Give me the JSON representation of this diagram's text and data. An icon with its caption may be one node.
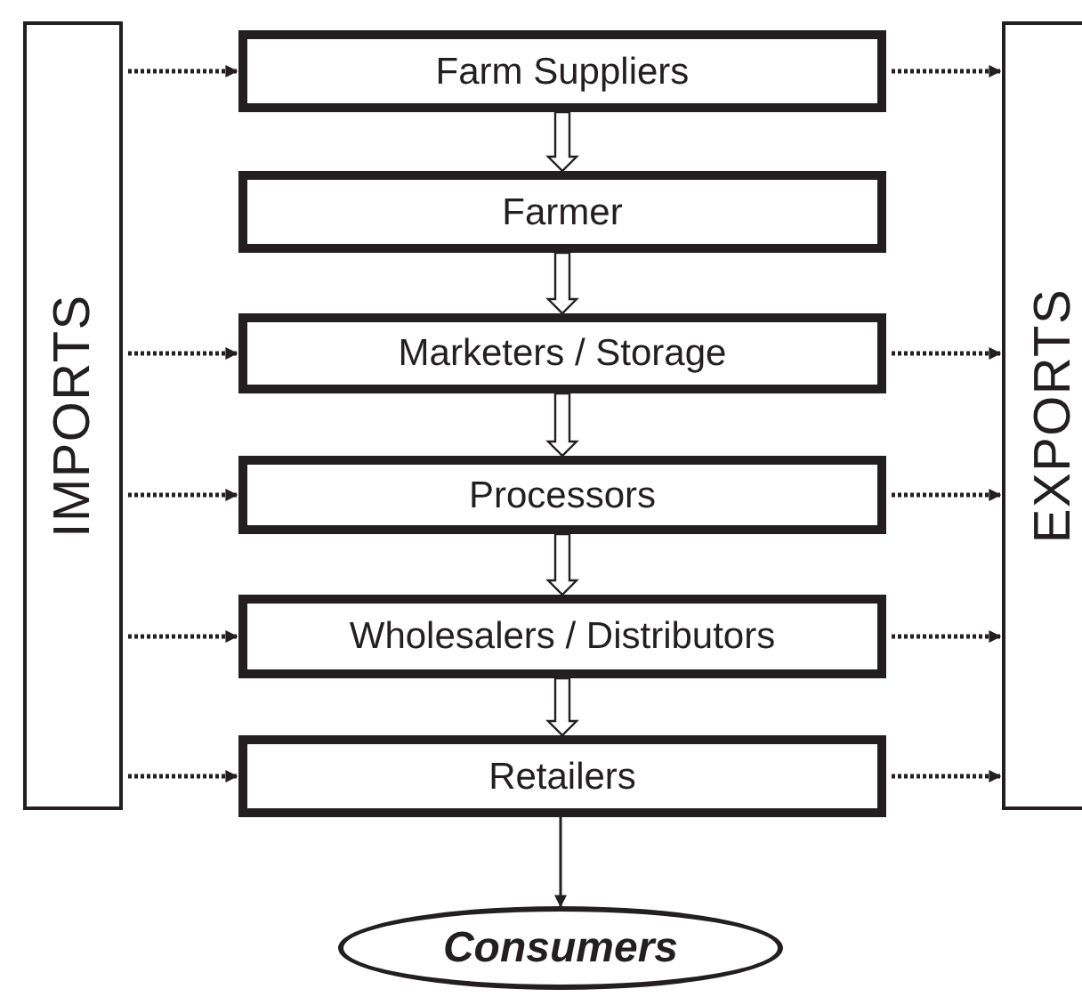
{
  "diagram": {
    "nodes": [
      {
        "text": [
          "IMPORTS"
        ]
      },
      {
        "text": [
          "Farm Suppliers"
        ]
      },
      {
        "text": [
          "Farmer"
        ]
      },
      {
        "text": [
          "Marketers / Storage"
        ]
      },
      {
        "text": [
          "Processors"
        ]
      },
      {
        "text": [
          "Wholesalers / Distributors"
        ]
      },
      {
        "text": [
          "Retailers"
        ]
      },
      {
        "text": [
          "EXPORTS"
        ]
      },
      {
        "text": [
          "Consumers"
        ]
      }
    ],
    "edges": [
      {
        "from": 0,
        "to": 1,
        "arrow": "to",
        "style": "dashed"
      },
      {
        "from": 0,
        "to": 3,
        "arrow": "to",
        "style": "dashed"
      },
      {
        "from": 0,
        "to": 4,
        "arrow": "to",
        "style": "dashed"
      },
      {
        "from": 0,
        "to": 5,
        "arrow": "to",
        "style": "dashed"
      },
      {
        "from": 0,
        "to": 6,
        "arrow": "to",
        "style": "dashed"
      },
      {
        "from": 1,
        "to": 7,
        "arrow": "to",
        "style": "dashed"
      },
      {
        "from": 3,
        "to": 7,
        "arrow": "to",
        "style": "dashed"
      },
      {
        "from": 4,
        "to": 7,
        "arrow": "to",
        "style": "dashed"
      },
      {
        "from": 5,
        "to": 7,
        "arrow": "to",
        "style": "dashed"
      },
      {
        "from": 6,
        "to": 7,
        "arrow": "to",
        "style": "dashed"
      },
      {
        "from": 1,
        "to": 2,
        "arrow": "to",
        "style": "thick"
      },
      {
        "from": 2,
        "to": 3,
        "arrow": "to",
        "style": "thick"
      },
      {
        "from": 3,
        "to": 4,
        "arrow": "to",
        "style": "thick"
      },
      {
        "from": 4,
        "to": 5,
        "arrow": "to",
        "style": "thick"
      },
      {
        "from": 5,
        "to": 6,
        "arrow": "to",
        "style": "thick"
      },
      {
        "from": 6,
        "to": 8,
        "arrow": "to"
      }
    ]
  }
}
